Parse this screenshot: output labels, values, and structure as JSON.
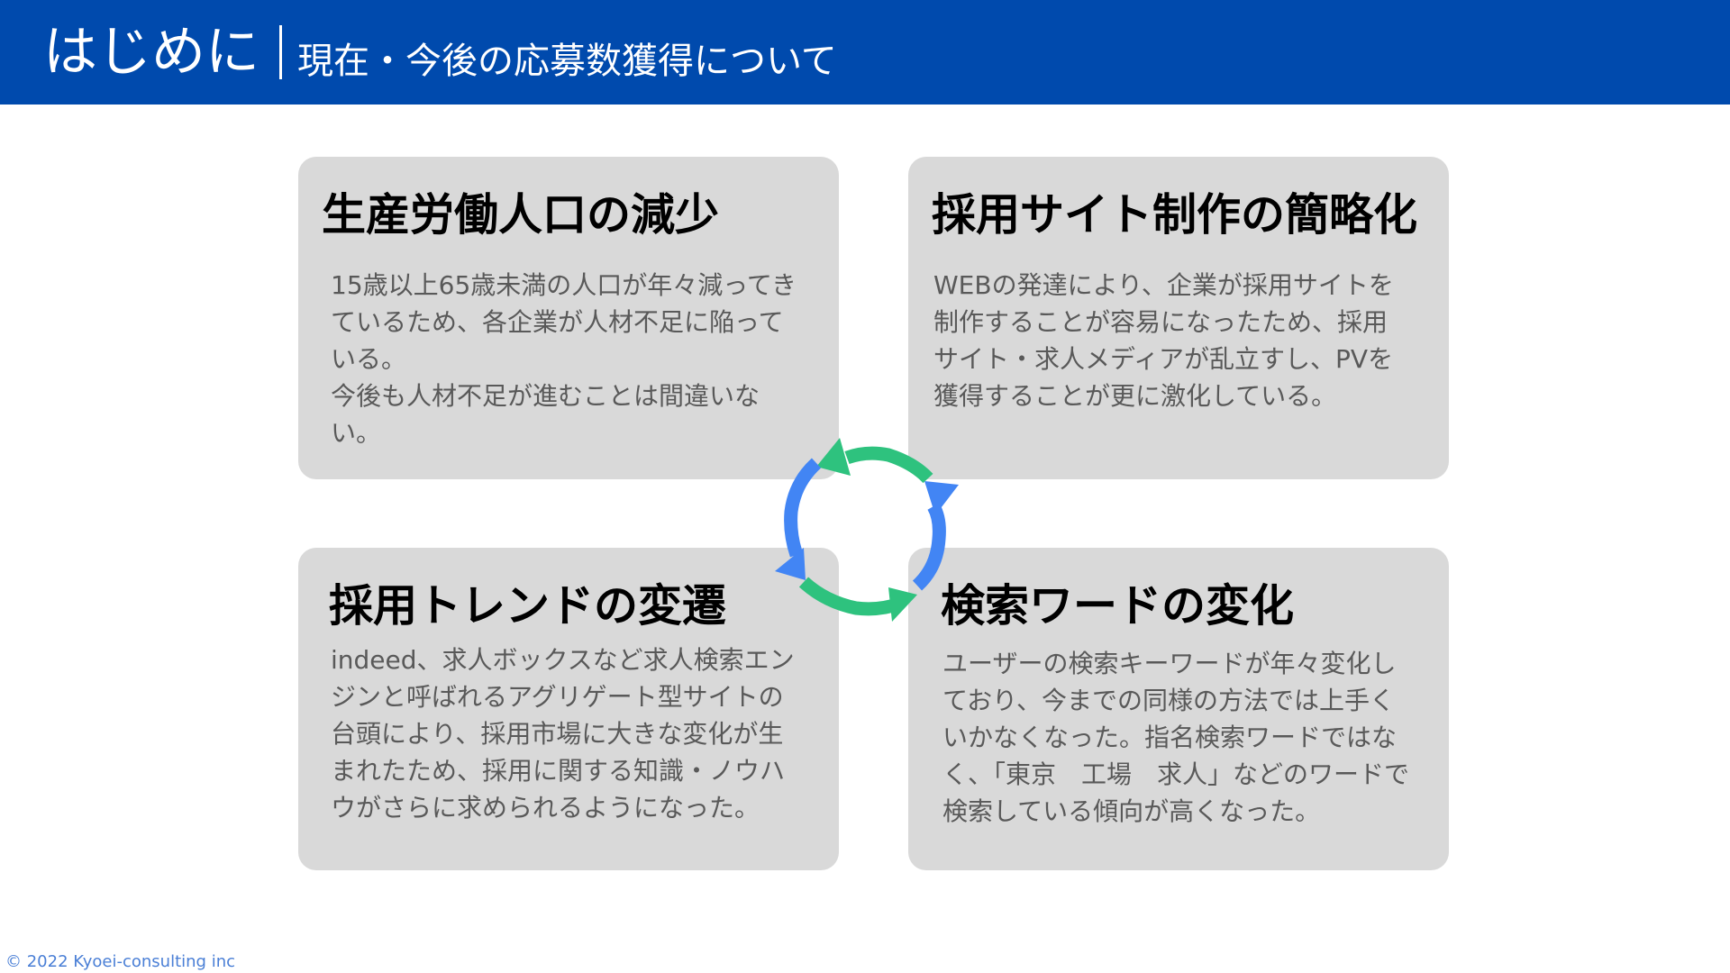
{
  "header": {
    "title": "はじめに",
    "subtitle": "現在・今後の応募数獲得について"
  },
  "cards": [
    {
      "title": "生産労働人口の減少",
      "body": "15歳以上65歳未満の人口が年々減ってきているため、各企業が人材不足に陥っている。\n今後も人材不足が進むことは間違いない。"
    },
    {
      "title": "採用サイト制作の簡略化",
      "body": "WEBの発達により、企業が採用サイトを制作することが容易になったため、採用サイト・求人メディアが乱立すし、PVを獲得することが更に激化している。"
    },
    {
      "title": "採用トレンドの変遷",
      "body": "indeed、求人ボックスなど求人検索エンジンと呼ばれるアグリゲート型サイトの台頭により、採用市場に大きな変化が生まれたため、採用に関する知識・ノウハウがさらに求められるようになった。"
    },
    {
      "title": "検索ワードの変化",
      "body": "ユーザーの検索キーワードが年々変化しており、今までの同様の方法では上手くいかなくなった。指名検索ワードではなく、「東京　工場　求人」などのワードで検索している傾向が高くなった。"
    }
  ],
  "cycle": {
    "icon": "cycle-arrows-icon",
    "colors": {
      "green": "#2ec27e",
      "blue": "#4285f4"
    }
  },
  "footer": {
    "copyright": "© 2022 Kyoei-consulting inc"
  },
  "colors": {
    "header_bg": "#004aad",
    "card_bg": "#d9d9d9",
    "body_text": "#595959",
    "footer_text": "#4a7fd6"
  }
}
